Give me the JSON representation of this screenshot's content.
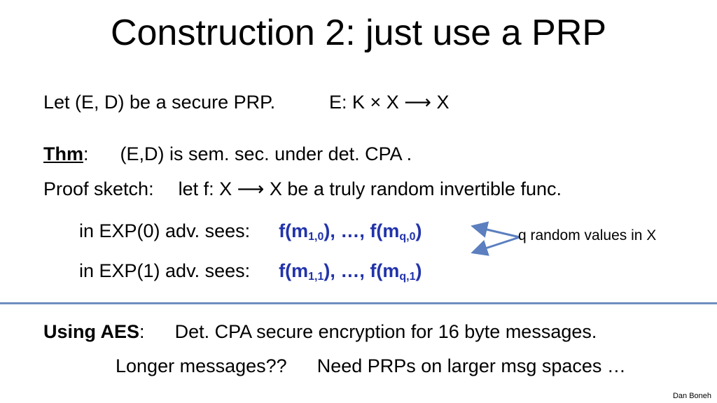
{
  "title": "Construction 2:    just use a PRP",
  "line1": {
    "a": "Let  (E, D) be a secure PRP.",
    "b": "E: K × X ⟶ X"
  },
  "thm": {
    "label": "Thm",
    "colon": ":",
    "text": "(E,D) is sem. sec. under det. CPA ."
  },
  "proof": {
    "label": "Proof sketch:",
    "text": "let   f: X ⟶ X   be a truly random invertible func."
  },
  "exp0": {
    "prefix": "in  EXP(0)  adv. sees:",
    "f1": "f(m",
    "s1": "1,0",
    "mid": "), …, f(m",
    "s2": "q,0",
    "end": ")"
  },
  "exp1": {
    "prefix": "in  EXP(1)  adv. sees:",
    "f1": "f(m",
    "s1": "1,1",
    "mid": "), …, f(m",
    "s2": "q,1",
    "end": ")"
  },
  "note": "q random values in X",
  "aes": {
    "label": "Using AES",
    "colon": ":",
    "text": "Det. CPA secure encryption for 16 byte messages."
  },
  "longer": {
    "a": "Longer messages??",
    "b": "Need PRPs on larger msg spaces …"
  },
  "credit": "Dan Boneh",
  "colors": {
    "accent_blue": "#2233aa",
    "arrow": "#5b7fbf",
    "divider": "#6f8fbf"
  }
}
